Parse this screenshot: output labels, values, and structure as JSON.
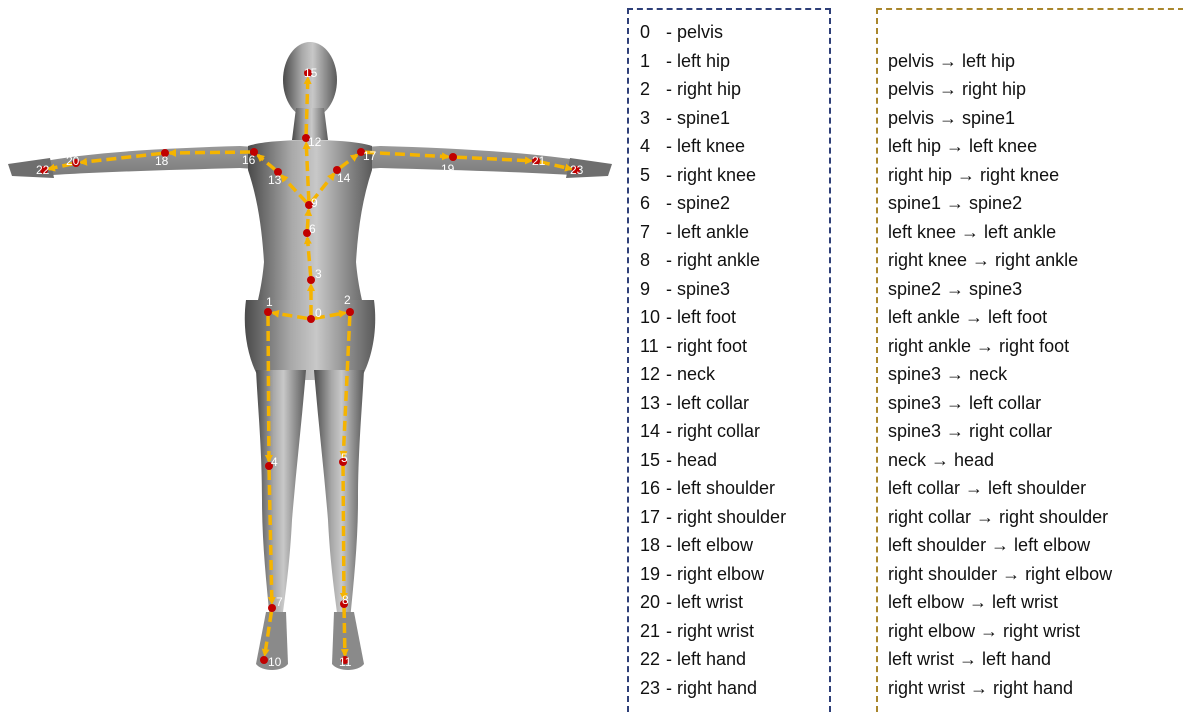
{
  "colors": {
    "bone_arrow": "#f5b400",
    "joint_dot": "#c10000",
    "joint_label": "#ffffff",
    "joint_box_border": "#2e3f78",
    "bone_box_border": "#a9862c"
  },
  "joints": [
    {
      "index": "0",
      "name": "- pelvis"
    },
    {
      "index": "1",
      "name": "- left hip"
    },
    {
      "index": "2",
      "name": "- right hip"
    },
    {
      "index": "3",
      "name": "- spine1"
    },
    {
      "index": "4",
      "name": "- left knee"
    },
    {
      "index": "5",
      "name": "- right knee"
    },
    {
      "index": "6",
      "name": "- spine2"
    },
    {
      "index": "7",
      "name": "- left ankle"
    },
    {
      "index": "8",
      "name": "- right ankle"
    },
    {
      "index": "9",
      "name": "- spine3"
    },
    {
      "index": "10",
      "name": "- left foot"
    },
    {
      "index": "11",
      "name": "- right foot"
    },
    {
      "index": "12",
      "name": "- neck"
    },
    {
      "index": "13",
      "name": "- left collar"
    },
    {
      "index": "14",
      "name": "- right collar"
    },
    {
      "index": "15",
      "name": "- head"
    },
    {
      "index": "16",
      "name": "- left shoulder"
    },
    {
      "index": "17",
      "name": "- right shoulder"
    },
    {
      "index": "18",
      "name": "- left elbow"
    },
    {
      "index": "19",
      "name": "- right elbow"
    },
    {
      "index": "20",
      "name": "- left wrist"
    },
    {
      "index": "21",
      "name": "- right wrist"
    },
    {
      "index": "22",
      "name": "- left hand"
    },
    {
      "index": "23",
      "name": "- right hand"
    }
  ],
  "bones": [
    "pelvis → left hip",
    "pelvis → right hip",
    "pelvis → spine1",
    "left hip → left knee",
    "right hip → right knee",
    "spine1 → spine2",
    "left knee → left ankle",
    "right knee → right ankle",
    "spine2 → spine3",
    "left ankle → left foot",
    "right ankle → right foot",
    "spine3 → neck",
    "spine3 → left collar",
    "spine3 → right collar",
    "neck → head",
    "left collar → left shoulder",
    "right collar → right shoulder",
    "left shoulder → left elbow",
    "right shoulder → right elbow",
    "left elbow → left wrist",
    "right elbow → right wrist",
    "left wrist → left hand",
    "right wrist → right hand"
  ],
  "skeleton_edges": [
    [
      0,
      1
    ],
    [
      0,
      2
    ],
    [
      0,
      3
    ],
    [
      1,
      4
    ],
    [
      2,
      5
    ],
    [
      3,
      6
    ],
    [
      4,
      7
    ],
    [
      5,
      8
    ],
    [
      6,
      9
    ],
    [
      7,
      10
    ],
    [
      8,
      11
    ],
    [
      9,
      12
    ],
    [
      9,
      13
    ],
    [
      9,
      14
    ],
    [
      12,
      15
    ],
    [
      13,
      16
    ],
    [
      14,
      17
    ],
    [
      16,
      18
    ],
    [
      17,
      19
    ],
    [
      18,
      20
    ],
    [
      19,
      21
    ],
    [
      20,
      22
    ],
    [
      21,
      23
    ]
  ]
}
